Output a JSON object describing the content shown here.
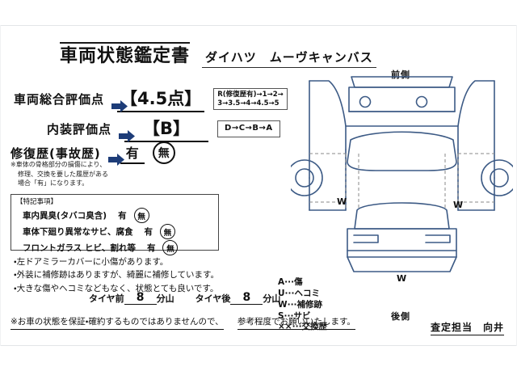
{
  "document": {
    "title": "車両状態鑑定書",
    "model": "ダイハツ　ムーヴキャンバス"
  },
  "evaluation": {
    "total_label": "車両総合評価点",
    "total_value": "【4.5点】",
    "total_scale_line1": "R(修復歴有)→1→2→",
    "total_scale_line2": "3→3.5→4→4.5→5",
    "interior_label": "内装評価点",
    "interior_value": "【B】",
    "interior_scale": "D→C→B→A"
  },
  "repair": {
    "label": "修復歴(事故歴)",
    "option_yes": "有",
    "option_no": "無",
    "note_line1": "※車体の骨格部分の損傷により、",
    "note_line2": "修理、交換を要した履歴がある",
    "note_line3": "場合「有」になります。"
  },
  "notes": {
    "heading": "【特記事項】",
    "items": [
      {
        "label": "車内異臭(タバコ臭含)",
        "yes": "有",
        "no": "無"
      },
      {
        "label": "車体下廻り異常なサビ、腐食",
        "yes": "有",
        "no": "無"
      },
      {
        "label": "フロントガラス ヒビ、割れ等",
        "yes": "有",
        "no": "無"
      }
    ]
  },
  "comments": [
    "・左ドアミラーカバーに小傷があります。",
    "・外装に補修跡はありますが、綺麗に補修しています。",
    "・大きな傷やヘコミなどもなく、状態とても良いです。"
  ],
  "tires": {
    "front_label": "タイヤ前",
    "front_value": "8",
    "front_unit": "分山",
    "rear_label": "タイヤ後",
    "rear_value": "8",
    "rear_unit": "分山"
  },
  "disclaimer": {
    "line1": "※お車の状態を保証・確約するものではありませんので、",
    "line2": "参考程度でお願いいたします。"
  },
  "legend": {
    "items": [
      "A···傷",
      "U···ヘコミ",
      "W···補修跡",
      "S···サビ",
      "××···交換歴"
    ]
  },
  "appraiser": {
    "label": "査定担当　向井"
  },
  "diagram": {
    "front_label": "前側",
    "rear_label": "後側",
    "marks": [
      {
        "code": "W",
        "position": "left-side"
      },
      {
        "code": "W",
        "position": "right-side"
      },
      {
        "code": "W",
        "position": "rear-bumper"
      }
    ],
    "line_color": "#3c5a85",
    "dashed_color": "#8a8a8a"
  },
  "colors": {
    "arrow": "#1d3c78",
    "ink": "#111111",
    "diagram_line": "#3c5a85"
  }
}
